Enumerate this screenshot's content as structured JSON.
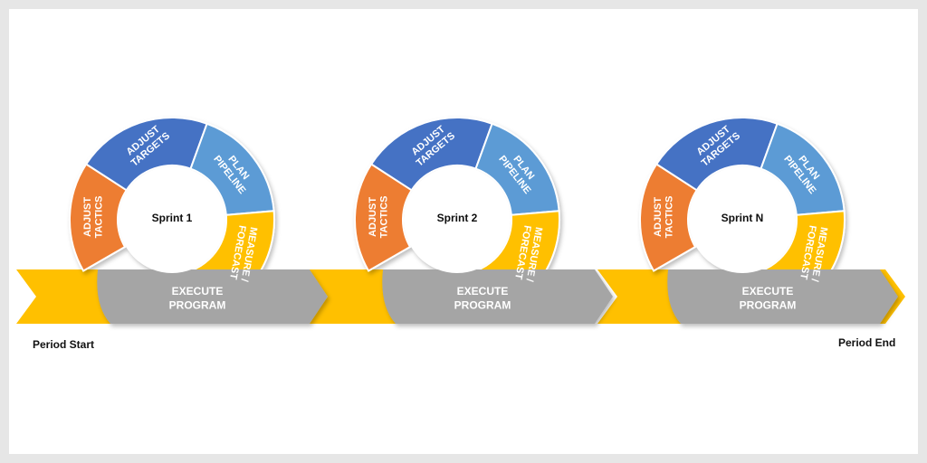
{
  "period_start": "Period Start",
  "period_end": "Period End",
  "colors": {
    "adjust_targets": "#4472c4",
    "plan_pipeline": "#5b9bd5",
    "measure_forecast": "#ffc000",
    "adjust_tactics": "#ed7d31",
    "execute_program": "#a5a5a5",
    "ribbon": "#ffc000"
  },
  "segments": {
    "adjust_targets": [
      "ADJUST",
      "TARGETS"
    ],
    "plan_pipeline": [
      "PLAN",
      "PIPELINE"
    ],
    "measure_forecast": [
      "MEASURE /",
      "FORECAST"
    ],
    "adjust_tactics": [
      "ADJUST",
      "TACTICS"
    ],
    "execute_program": [
      "EXECUTE",
      "PROGRAM"
    ]
  },
  "sprints": [
    {
      "name": "Sprint 1"
    },
    {
      "name": "Sprint 2"
    },
    {
      "name": "Sprint N"
    }
  ]
}
